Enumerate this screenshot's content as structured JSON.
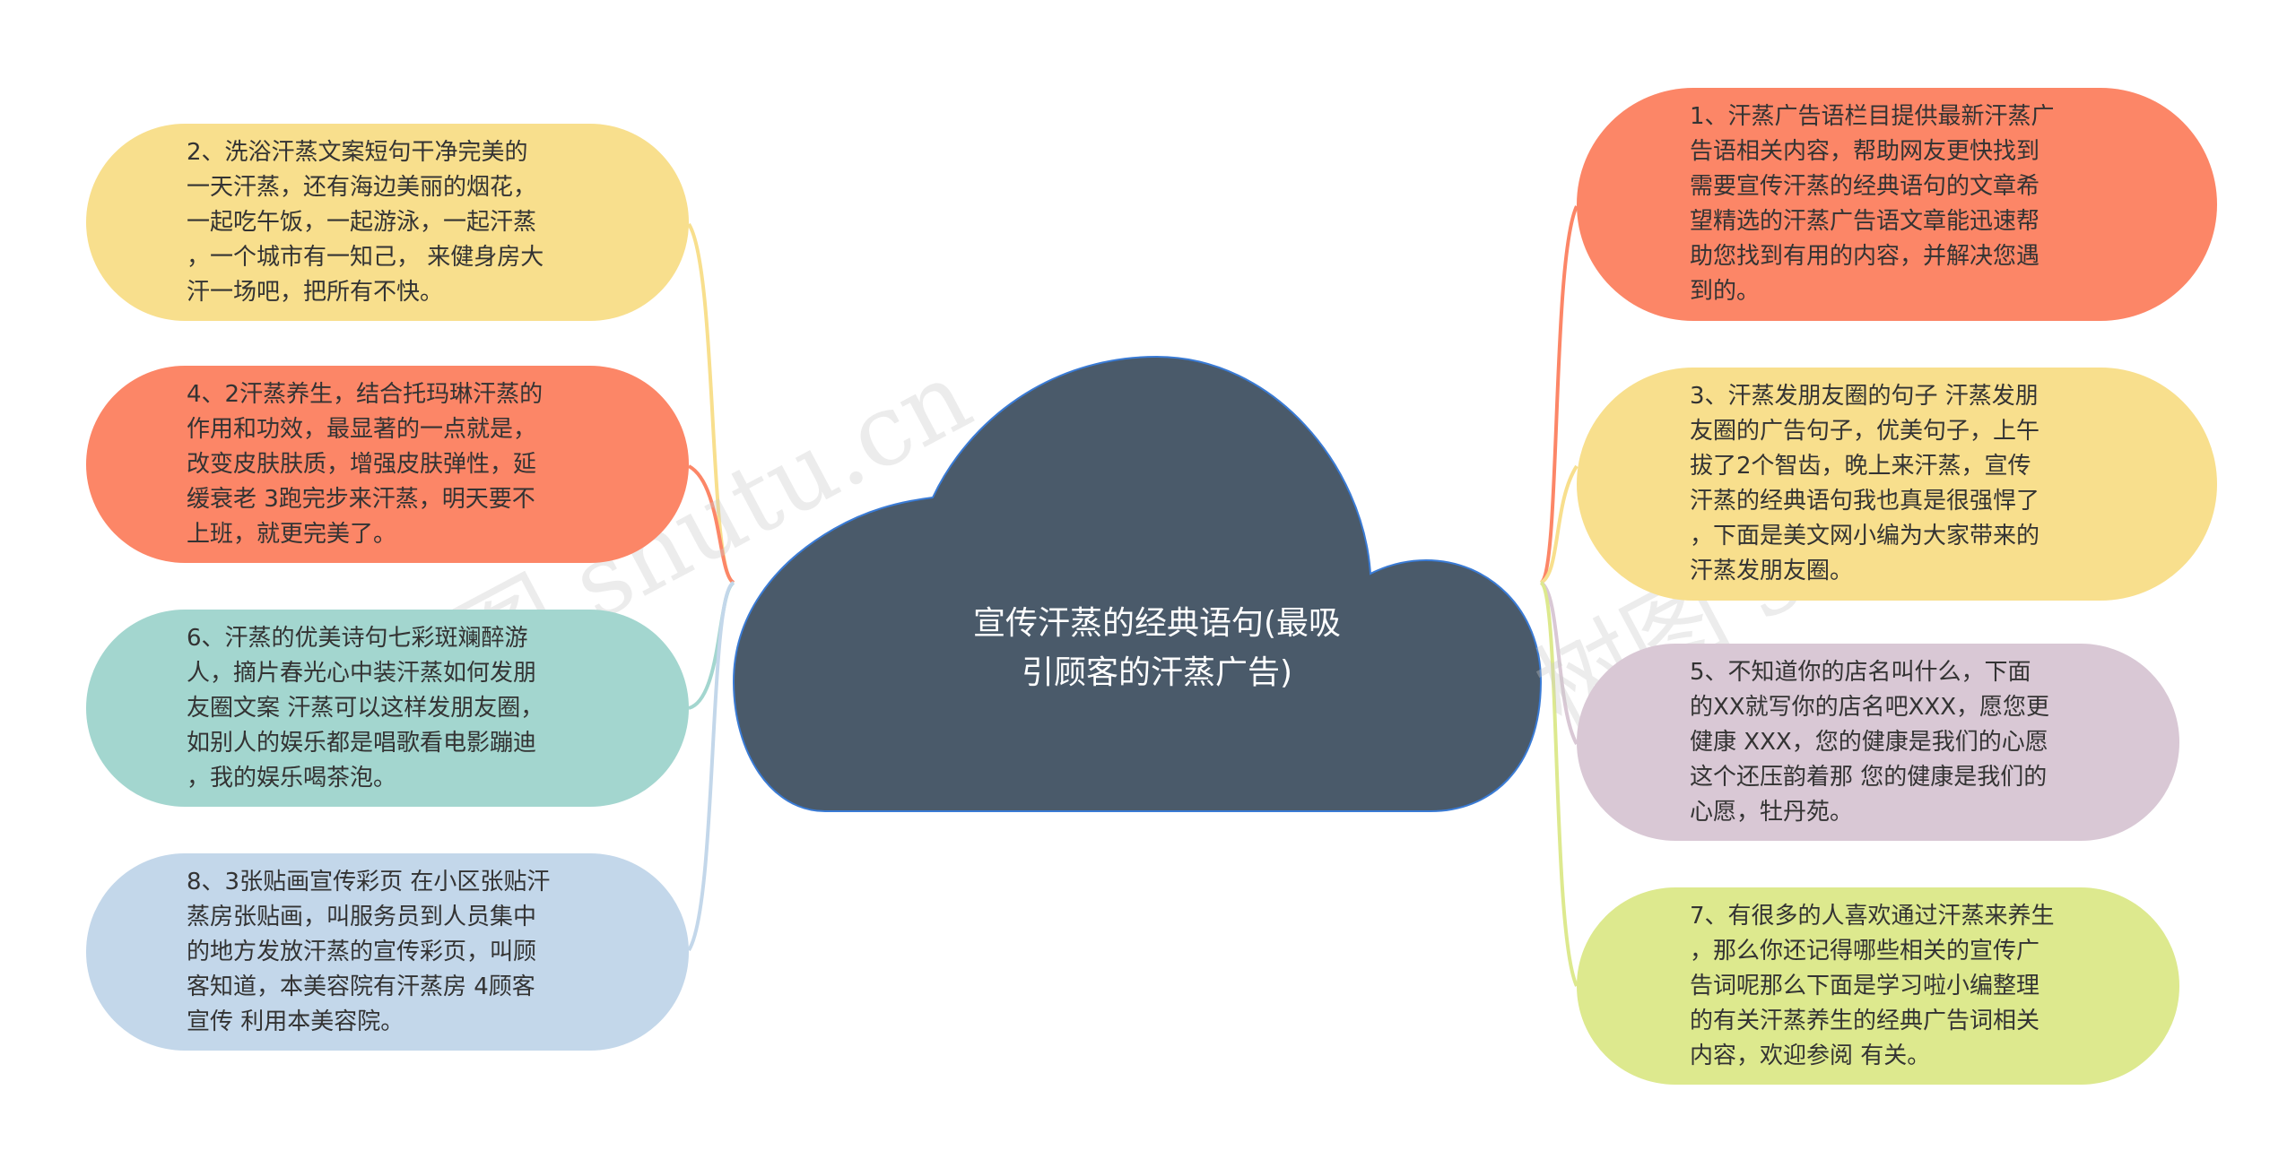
{
  "center": {
    "title": "宣传汗蒸的经典语句(最吸\n引顾客的汗蒸广告)",
    "fill": "#4a5a6a"
  },
  "watermark": {
    "text_left": "树图 shutu.cn",
    "text_right": "树图 shutu.cn"
  },
  "nodes": [
    {
      "id": "n1",
      "text": "1、汗蒸广告语栏目提供最新汗蒸广\n告语相关内容，帮助网友更快找到\n需要宣传汗蒸的经典语句的文章希\n望精选的汗蒸广告语文章能迅速帮\n助您找到有用的内容，并解决您遇\n到的。",
      "color": "#fc8667"
    },
    {
      "id": "n2",
      "text": "2、洗浴汗蒸文案短句干净完美的\n一天汗蒸，还有海边美丽的烟花，\n一起吃午饭，一起游泳，一起汗蒸\n，一个城市有一知己，  来健身房大\n汗一场吧，把所有不快。",
      "color": "#f8df8d"
    },
    {
      "id": "n3",
      "text": "3、汗蒸发朋友圈的句子 汗蒸发朋\n友圈的广告句子，优美句子，上午\n拔了2个智齿，晚上来汗蒸，宣传\n汗蒸的经典语句我也真是很强悍了\n，下面是美文网小编为大家带来的\n汗蒸发朋友圈。",
      "color": "#f8df8d"
    },
    {
      "id": "n4",
      "text": "4、2汗蒸养生，结合托玛琳汗蒸的\n作用和功效，最显著的一点就是，\n改变皮肤肤质，增强皮肤弹性，延\n缓衰老 3跑完步来汗蒸，明天要不\n上班，就更完美了。",
      "color": "#fc8667"
    },
    {
      "id": "n5",
      "text": "5、不知道你的店名叫什么，下面\n的XX就写你的店名吧XXX，愿您更\n健康 XXX，您的健康是我们的心愿\n这个还压韵着那 您的健康是我们的\n心愿，牡丹苑。",
      "color": "#d9c8d5"
    },
    {
      "id": "n6",
      "text": "6、汗蒸的优美诗句七彩斑斓醉游\n人，摘片春光心中装汗蒸如何发朋\n友圈文案 汗蒸可以这样发朋友圈，\n如别人的娱乐都是唱歌看电影蹦迪\n，我的娱乐喝茶泡。",
      "color": "#a3d6cf"
    },
    {
      "id": "n7",
      "text": "7、有很多的人喜欢通过汗蒸来养生\n，那么你还记得哪些相关的宣传广\n告词呢那么下面是学习啦小编整理\n的有关汗蒸养生的经典广告词相关\n内容，欢迎参阅 有关。",
      "color": "#dde98e"
    },
    {
      "id": "n8",
      "text": "8、3张贴画宣传彩页 在小区张贴汗\n蒸房张贴画，叫服务员到人员集中\n的地方发放汗蒸的宣传彩页，叫顾\n客知道，本美容院有汗蒸房 4顾客\n宣传 利用本美容院。",
      "color": "#c3d7ea"
    }
  ]
}
